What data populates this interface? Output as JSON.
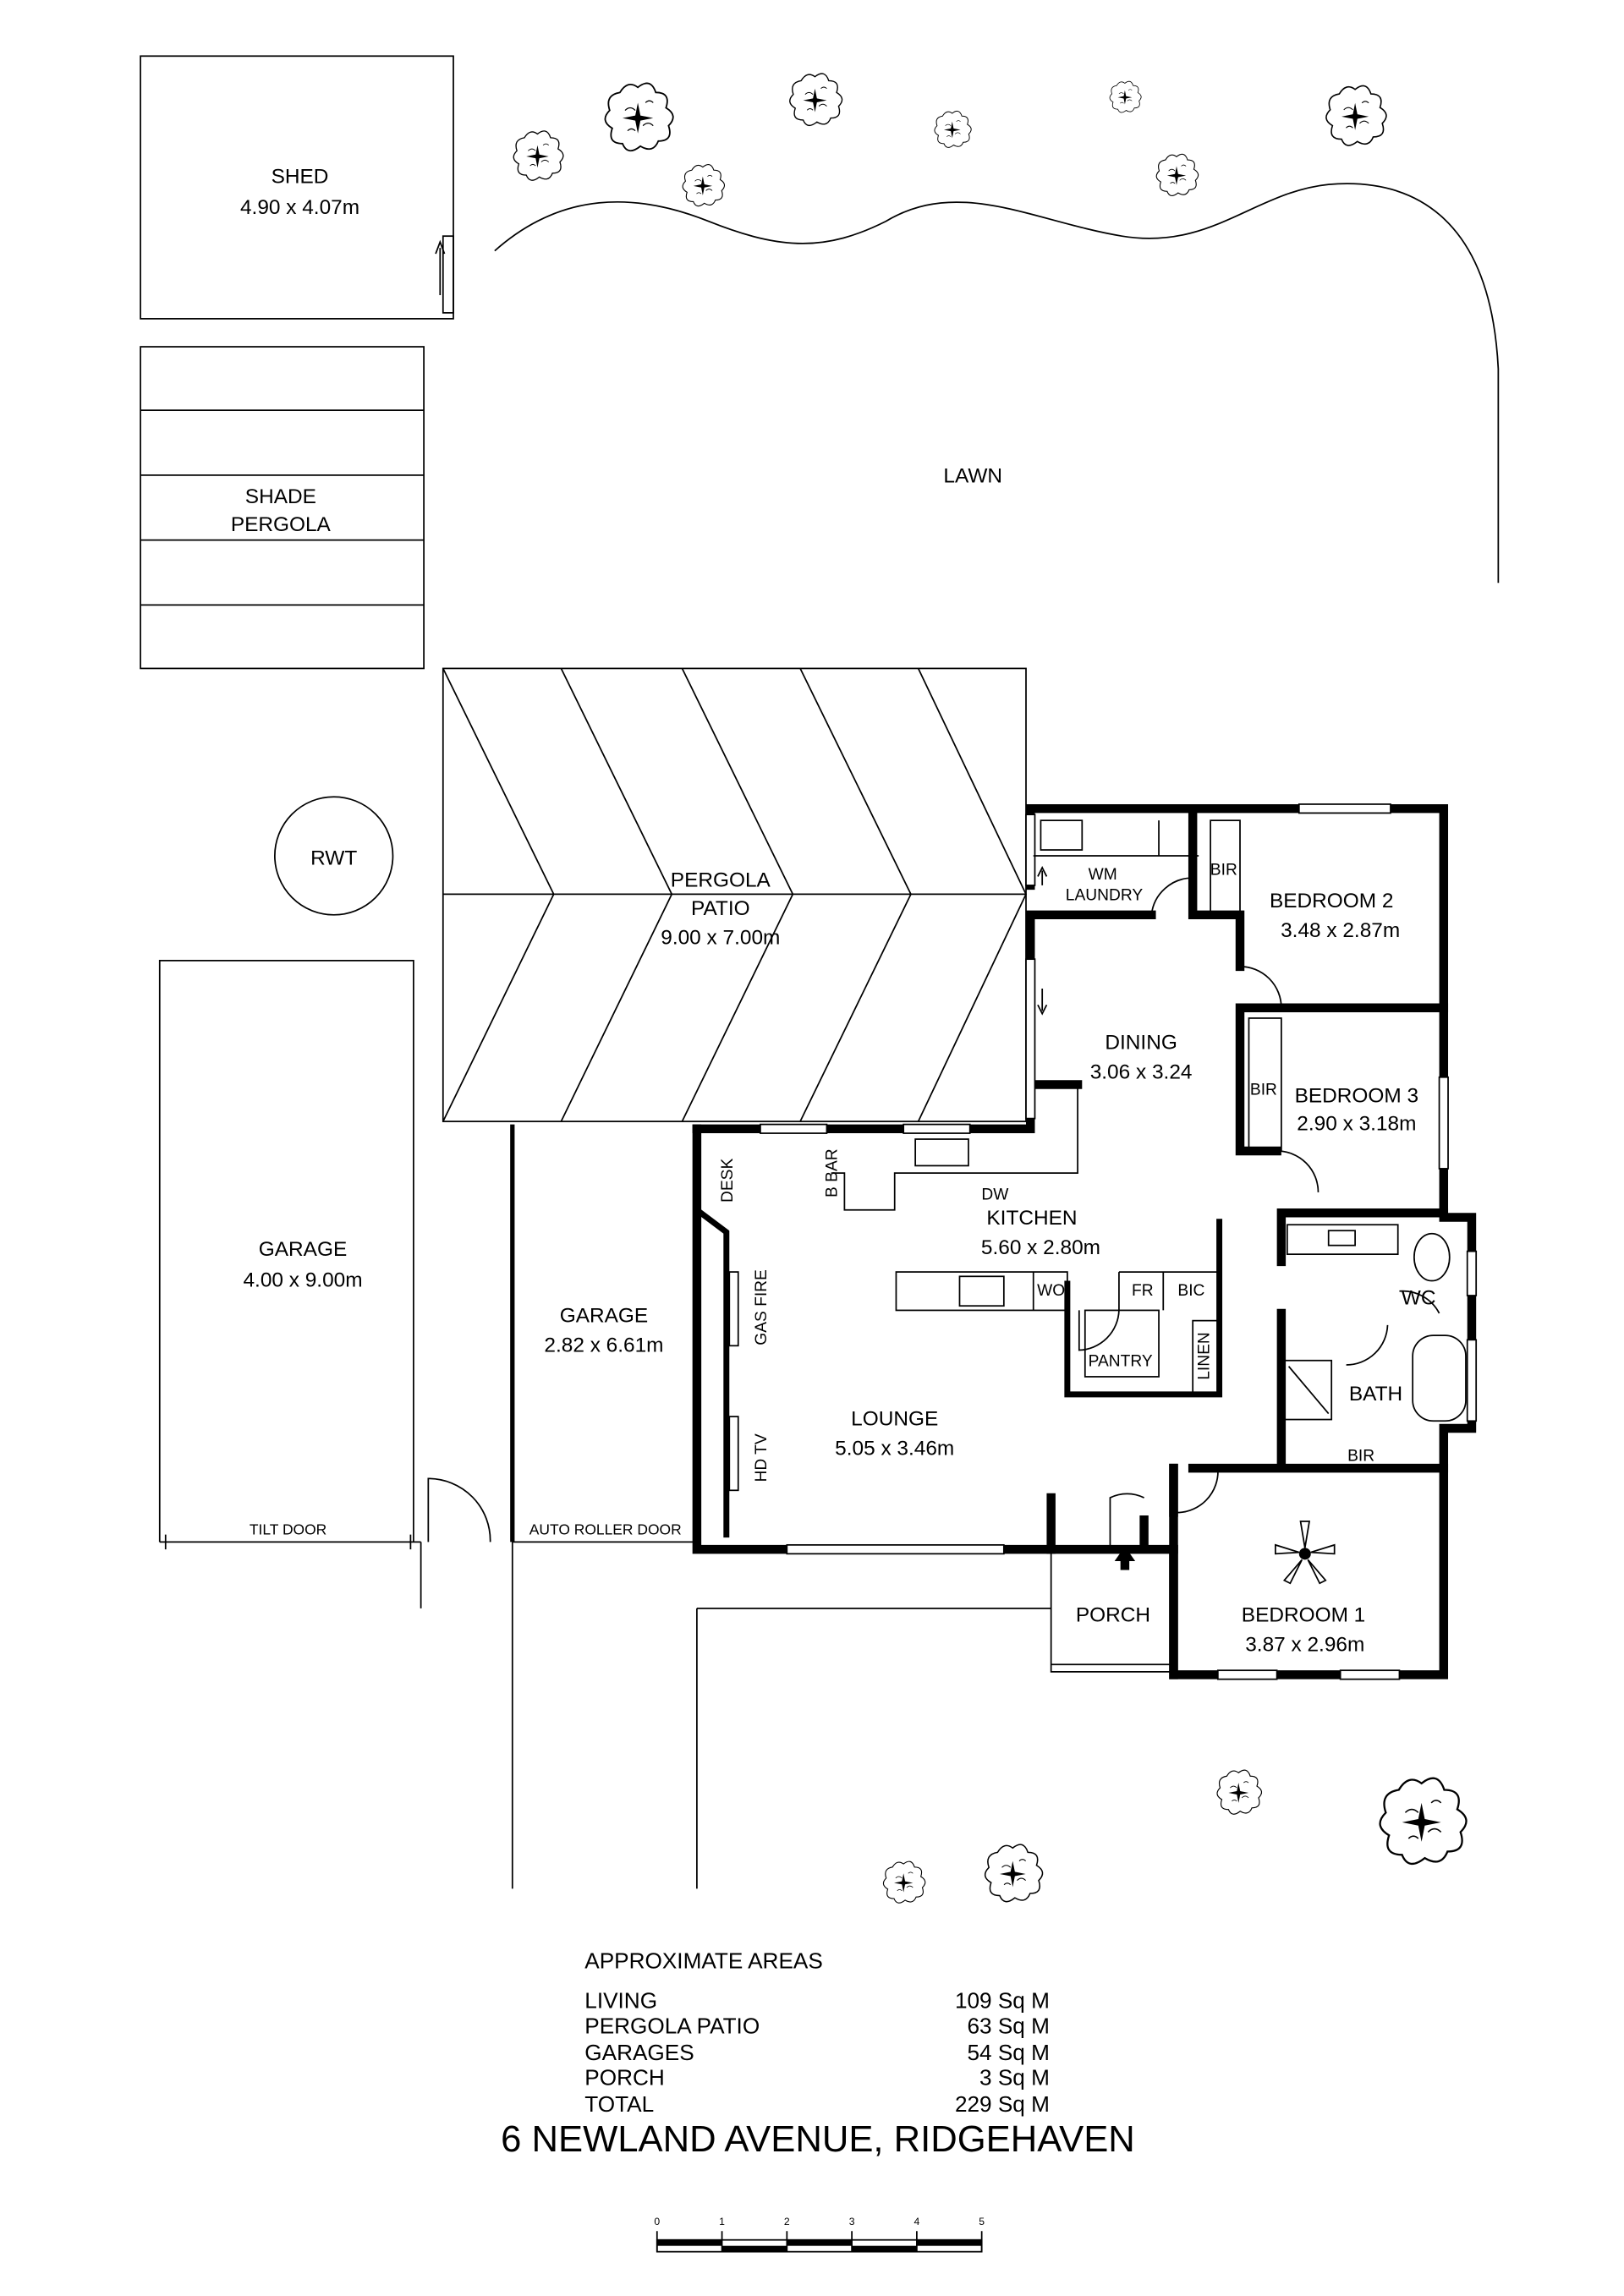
{
  "outbuildings": {
    "shed": {
      "name": "SHED",
      "size": "4.90 x 4.07m"
    },
    "shade_pergola": {
      "line1": "SHADE",
      "line2": "PERGOLA"
    },
    "lawn": "LAWN",
    "rwt": "RWT",
    "garage_left": {
      "name": "GARAGE",
      "size": "4.00 x 9.00m",
      "door": "TILT DOOR"
    },
    "pergola_patio": {
      "line1": "PERGOLA",
      "line2": "PATIO",
      "size": "9.00 x 7.00m"
    },
    "garage_right": {
      "name": "GARAGE",
      "size": "2.82 x 6.61m",
      "door": "AUTO ROLLER DOOR"
    }
  },
  "rooms": {
    "laundry": {
      "wm": "WM",
      "name": "LAUNDRY"
    },
    "bir_bed2": "BIR",
    "bedroom2": {
      "name": "BEDROOM 2",
      "size": "3.48 x 2.87m"
    },
    "dining": {
      "name": "DINING",
      "size": "3.06 x 3.24"
    },
    "bir_bed3": "BIR",
    "bedroom3": {
      "name": "BEDROOM 3",
      "size": "2.90 x 3.18m"
    },
    "kitchen": {
      "name": "KITCHEN",
      "size": "5.60 x 2.80m",
      "bbar": "B BAR",
      "dw": "DW",
      "wo": "WO",
      "fr": "FR",
      "bic": "BIC",
      "pantry": "PANTRY"
    },
    "desk": "DESK",
    "gas_fire": "GAS FIRE",
    "hd_tv": "HD TV",
    "linen": "LINEN",
    "wc": "WC",
    "bath": "BATH",
    "bir_bed1": "BIR",
    "lounge": {
      "name": "LOUNGE",
      "size": "5.05 x 3.46m"
    },
    "porch": "PORCH",
    "bedroom1": {
      "name": "BEDROOM 1",
      "size": "3.87 x 2.96m"
    }
  },
  "areas": {
    "title": "APPROXIMATE AREAS",
    "rows": [
      {
        "label": "LIVING",
        "value": "109 Sq M"
      },
      {
        "label": "PERGOLA PATIO",
        "value": "63 Sq M"
      },
      {
        "label": "GARAGES",
        "value": "54 Sq M"
      },
      {
        "label": "PORCH",
        "value": "3 Sq M"
      },
      {
        "label": "TOTAL",
        "value": "229 Sq M"
      }
    ]
  },
  "address": "6 NEWLAND AVENUE, RIDGEHAVEN",
  "scale_bar": {
    "ticks": [
      "0",
      "1",
      "2",
      "3",
      "4",
      "5"
    ],
    "unit_meters": 1
  }
}
